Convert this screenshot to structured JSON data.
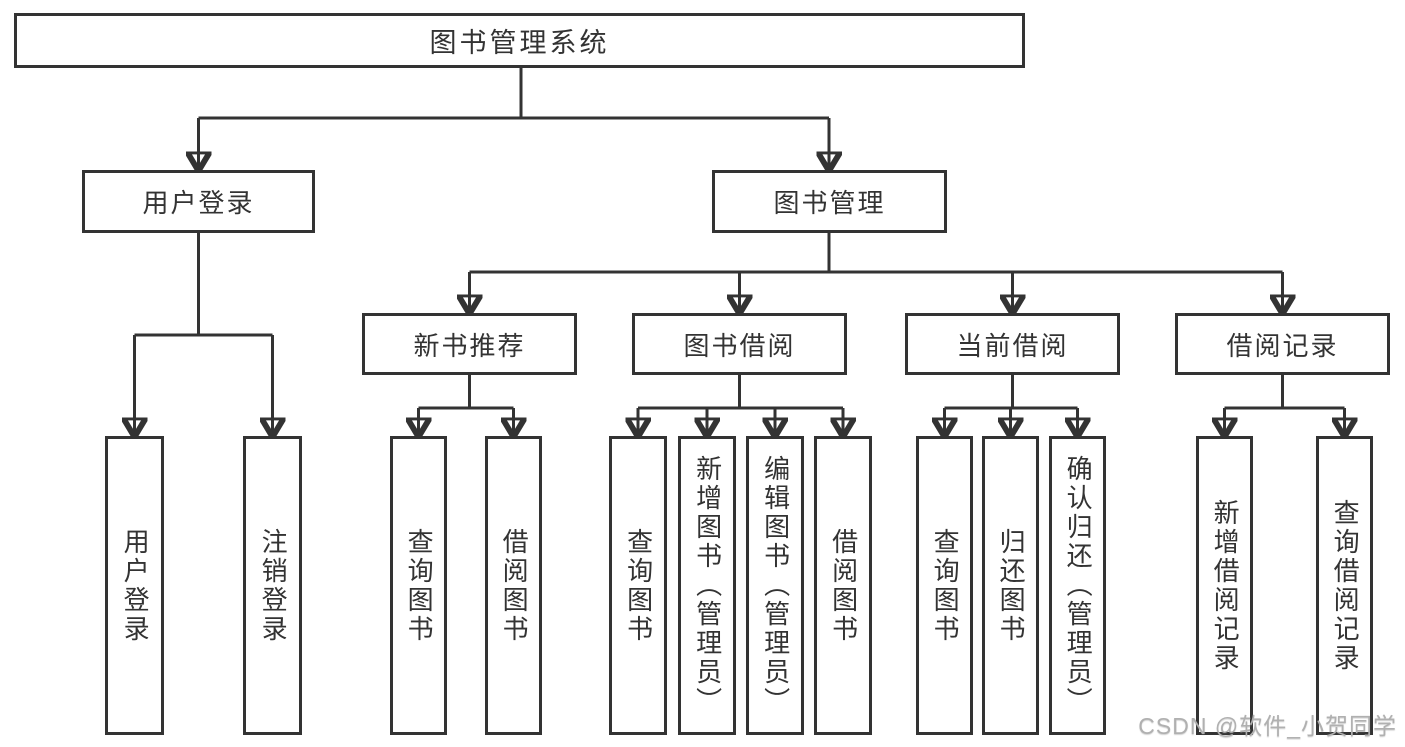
{
  "diagram_title": "图书管理系统",
  "tree": {
    "label": "图书管理系统",
    "children": [
      {
        "label": "用户登录",
        "children": [
          {
            "label": "用户登录"
          },
          {
            "label": "注销登录"
          }
        ]
      },
      {
        "label": "图书管理",
        "children": [
          {
            "label": "新书推荐",
            "children": [
              {
                "label": "查询图书"
              },
              {
                "label": "借阅图书"
              }
            ]
          },
          {
            "label": "图书借阅",
            "children": [
              {
                "label": "查询图书"
              },
              {
                "label": "新增图书（管理员）"
              },
              {
                "label": "编辑图书（管理员）"
              },
              {
                "label": "借阅图书"
              }
            ]
          },
          {
            "label": "当前借阅",
            "children": [
              {
                "label": "查询图书"
              },
              {
                "label": "归还图书"
              },
              {
                "label": "确认归还（管理员）"
              }
            ]
          },
          {
            "label": "借阅记录",
            "children": [
              {
                "label": "新增借阅记录"
              },
              {
                "label": "查询借阅记录"
              }
            ]
          }
        ]
      }
    ]
  },
  "watermark": {
    "text": "CSDN @软件_小贺同学"
  },
  "colors": {
    "line": "#333333",
    "box_border": "#333333",
    "text": "#333333",
    "background": "#ffffff",
    "watermark": "#b0b0b0"
  }
}
